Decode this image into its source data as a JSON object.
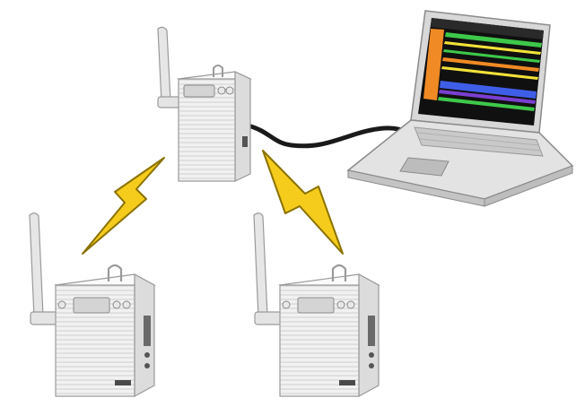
{
  "diagram": {
    "nodes": [
      {
        "id": "base-unit",
        "kind": "wireless-logger-base",
        "icon": "wireless-base-unit-icon"
      },
      {
        "id": "remote-unit-1",
        "kind": "wireless-logger-remote",
        "icon": "wireless-remote-unit-icon"
      },
      {
        "id": "remote-unit-2",
        "kind": "wireless-logger-remote",
        "icon": "wireless-remote-unit-icon"
      },
      {
        "id": "laptop",
        "kind": "computer",
        "icon": "laptop-icon"
      }
    ],
    "links": [
      {
        "from": "base-unit",
        "to": "laptop",
        "type": "cable",
        "icon": "usb-cable-icon"
      },
      {
        "from": "base-unit",
        "to": "remote-unit-1",
        "type": "wireless",
        "icon": "lightning-bolt-icon"
      },
      {
        "from": "base-unit",
        "to": "remote-unit-2",
        "type": "wireless",
        "icon": "lightning-bolt-icon"
      }
    ],
    "colors": {
      "device_body": "#f1f1f1",
      "device_outline": "#9a9a9a",
      "bolt_fill": "#f5cc1c",
      "bolt_outline": "#8a7200",
      "cable": "#1a1a1a",
      "laptop_body": "#d8d8d8",
      "screen_background": "#101010",
      "screen_orange": "#f08a24",
      "screen_green": "#3ec84a",
      "screen_yellow": "#f2e23a",
      "screen_blue": "#3f5ee8",
      "screen_purple": "#7a3fd0"
    }
  }
}
